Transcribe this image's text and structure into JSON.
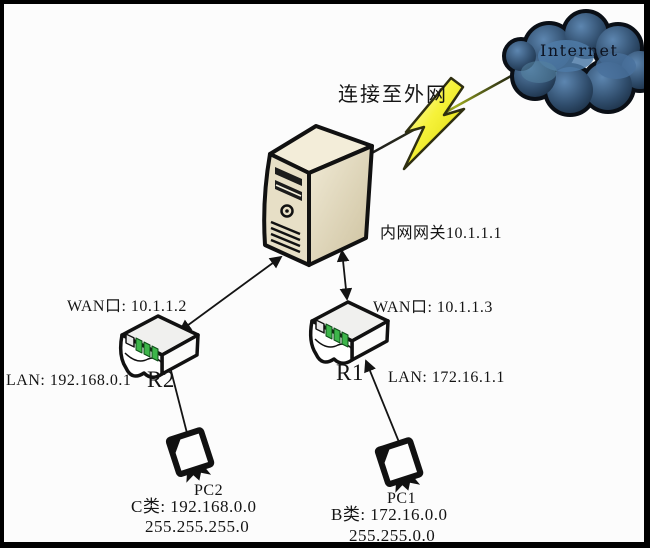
{
  "diagram": {
    "internet_label": "Internet",
    "external_link_label": "连接至外网",
    "gateway_label": "内网网关10.1.1.1",
    "router_r2": {
      "name": "R2",
      "wan_label": "WAN口: 10.1.1.2",
      "lan_label": "LAN: 192.168.0.1"
    },
    "router_r1": {
      "name": "R1",
      "wan_label": "WAN口: 10.1.1.3",
      "lan_label": "LAN: 172.16.1.1"
    },
    "pc2": {
      "name": "PC2",
      "network_label": "C类: 192.168.0.0",
      "mask_label": "255.255.255.0"
    },
    "pc1": {
      "name": "PC1",
      "network_label": "B类: 172.16.0.0",
      "mask_label": "255.255.0.0"
    },
    "colors": {
      "cloud_blue": "#3f6a93",
      "cloud_dark": "#16283c",
      "bolt_yellow": "#efe600",
      "server_beige": "#e7dfc6",
      "led_green": "#3db54a",
      "line_black": "#141414",
      "background": "#fcfcfc"
    }
  }
}
